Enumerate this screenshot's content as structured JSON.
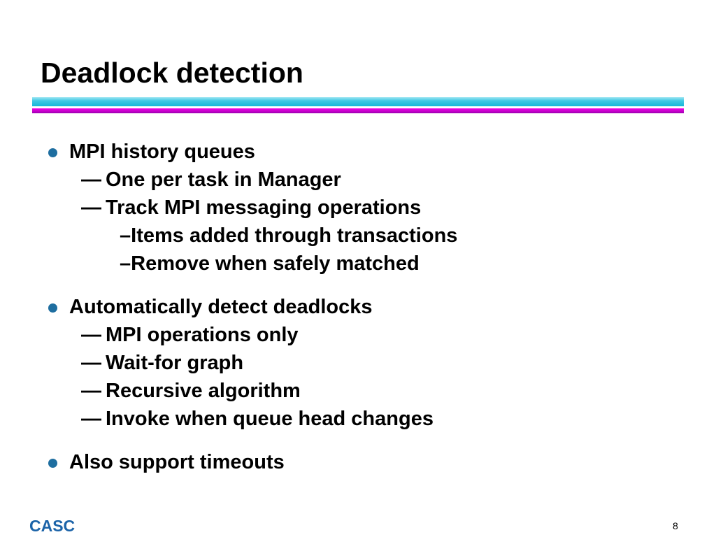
{
  "slide": {
    "title": "Deadlock detection",
    "bullets": [
      {
        "text": "MPI history queues",
        "subitems": [
          {
            "dash": "—",
            "text": "One per task in Manager"
          },
          {
            "dash": "—",
            "text": "Track MPI messaging operations"
          },
          {
            "dash": "–",
            "text": "Items added through transactions"
          },
          {
            "dash": "–",
            "text": "Remove when safely matched"
          }
        ]
      },
      {
        "text": "Automatically detect deadlocks",
        "subitems": [
          {
            "dash": "—",
            "text": "MPI operations only"
          },
          {
            "dash": "—",
            "text": "Wait-for graph"
          },
          {
            "dash": "—",
            "text": "Recursive algorithm"
          },
          {
            "dash": "—",
            "text": "Invoke when queue head changes"
          }
        ]
      },
      {
        "text": "Also support timeouts",
        "subitems": []
      }
    ],
    "footer": {
      "logo_text": "CASC",
      "page_number": "8"
    },
    "colors": {
      "bullet": "#1e6ea0",
      "logo": "#1b63a8",
      "rule_top": "#18b6d8",
      "rule_bottom": "#c800cc"
    }
  }
}
